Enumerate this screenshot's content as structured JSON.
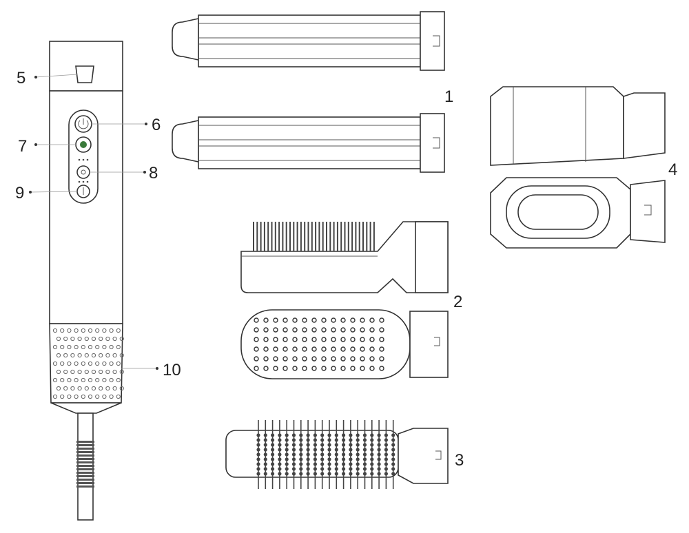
{
  "callouts": [
    {
      "id": "1",
      "label": "1"
    },
    {
      "id": "2",
      "label": "2"
    },
    {
      "id": "3",
      "label": "3"
    },
    {
      "id": "4",
      "label": "4"
    },
    {
      "id": "5",
      "label": "5"
    },
    {
      "id": "6",
      "label": "6"
    },
    {
      "id": "7",
      "label": "7"
    },
    {
      "id": "8",
      "label": "8"
    },
    {
      "id": "9",
      "label": "9"
    },
    {
      "id": "10",
      "label": "10"
    }
  ],
  "colors": {
    "line": "#333333",
    "pin": "#444444",
    "indicator": "#3a7a3a"
  }
}
